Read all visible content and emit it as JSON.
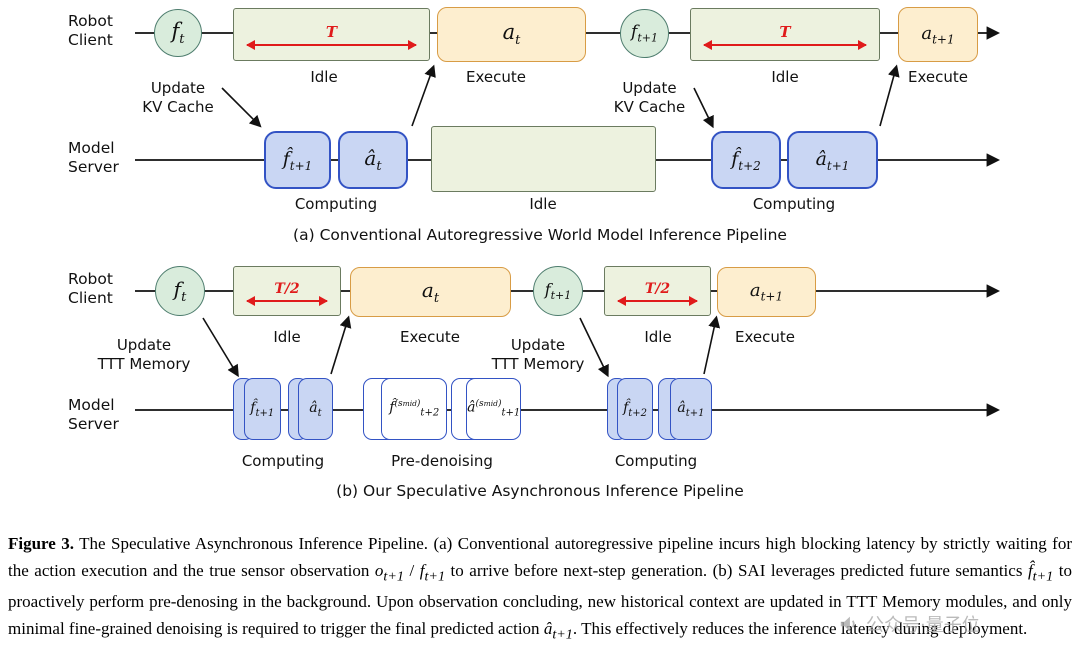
{
  "colors": {
    "circle_fill": "#d9ecdc",
    "circle_border": "#4e7d6e",
    "idle_fill": "#edf2df",
    "idle_border": "#6b7b60",
    "execute_fill": "#fdeecf",
    "execute_border": "#d89c45",
    "compute_fill": "#c9d6f3",
    "compute_border": "#3353c4",
    "arrow_red": "#e01b1b",
    "timeline_black": "#111111",
    "watermark_grey": "#a9a9a9"
  },
  "pipeline_a": {
    "title": "(a) Conventional Autoregressive World Model Inference Pipeline",
    "robot_label": "Robot\nClient",
    "server_label": "Model\nServer",
    "update_1": "Update\nKV Cache",
    "update_2": "Update\nKV Cache",
    "duration_1": "T",
    "duration_2": "T",
    "robot_idle_1": "Idle",
    "robot_execute_1": "Execute",
    "robot_idle_2": "Idle",
    "robot_execute_2": "Execute",
    "computing_1": "Computing",
    "server_idle": "Idle",
    "computing_2": "Computing",
    "obs_t": {
      "main": "f",
      "sub": "t"
    },
    "act_t": {
      "main": "a",
      "sub": "t"
    },
    "obs_t1": {
      "main": "f",
      "sub": "t+1"
    },
    "act_t1": {
      "main": "a",
      "sub": "t+1"
    },
    "pred_obs_t1": {
      "main": "f̂",
      "sub": "t+1"
    },
    "pred_act_t": {
      "main": "â",
      "sub": "t"
    },
    "pred_obs_t2": {
      "main": "f̂",
      "sub": "t+2"
    },
    "pred_act_t1": {
      "main": "â",
      "sub": "t+1"
    }
  },
  "pipeline_b": {
    "title": "(b) Our Speculative Asynchronous Inference Pipeline",
    "robot_label": "Robot\nClient",
    "server_label": "Model\nServer",
    "update_1": "Update\nTTT Memory",
    "update_2": "Update\nTTT Memory",
    "duration_1": "T/2",
    "duration_2": "T/2",
    "robot_idle_1": "Idle",
    "robot_execute_1": "Execute",
    "robot_idle_2": "Idle",
    "robot_execute_2": "Execute",
    "computing_1": "Computing",
    "predenoising": "Pre-denoising",
    "computing_2": "Computing",
    "obs_t": {
      "main": "f",
      "sub": "t"
    },
    "act_t": {
      "main": "a",
      "sub": "t"
    },
    "obs_t1": {
      "main": "f",
      "sub": "t+1"
    },
    "act_t1": {
      "main": "a",
      "sub": "t+1"
    },
    "pred_obs_t1": {
      "main": "f̂",
      "sub": "t+1"
    },
    "pred_act_t": {
      "main": "â",
      "sub": "t"
    },
    "pred_obs_t2_mid": {
      "main": "f̂",
      "sup_open": "(s",
      "sup_sub": "mid",
      "sup_close": ")",
      "sub": "t+2"
    },
    "pred_act_t1_mid": {
      "main": "â",
      "sup_open": "(s",
      "sup_sub": "mid",
      "sup_close": ")",
      "sub": "t+1"
    },
    "pred_obs_t2": {
      "main": "f̂",
      "sub": "t+2"
    },
    "pred_act_t1": {
      "main": "â",
      "sub": "t+1"
    }
  },
  "caption": {
    "label": "Figure 3.",
    "s1": " The Speculative Asynchronous Inference Pipeline. (a) Conventional autoregressive pipeline incurs high blocking latency by strictly waiting for the action execution and the true sensor observation ",
    "m1": {
      "main": "o",
      "sub": "t+1"
    },
    "s2": " / ",
    "m2": {
      "main": "f",
      "sub": "t+1"
    },
    "s3": " to arrive before next-step generation. (b) SAI leverages predicted future semantics ",
    "m3": {
      "main": "f̂",
      "sub": "t+1"
    },
    "s4": " to proactively perform pre-denosing in the background. Upon observation concluding, new historical context are updated in TTT Memory modules, and only minimal fine-grained denoising is required to trigger the final predicted action ",
    "m4": {
      "main": "â",
      "sub": "t+1"
    },
    "s5": ". This effectively reduces the inference latency during deployment."
  },
  "watermark": {
    "text": "公众号·量子位",
    "icon": "speaker-icon"
  }
}
